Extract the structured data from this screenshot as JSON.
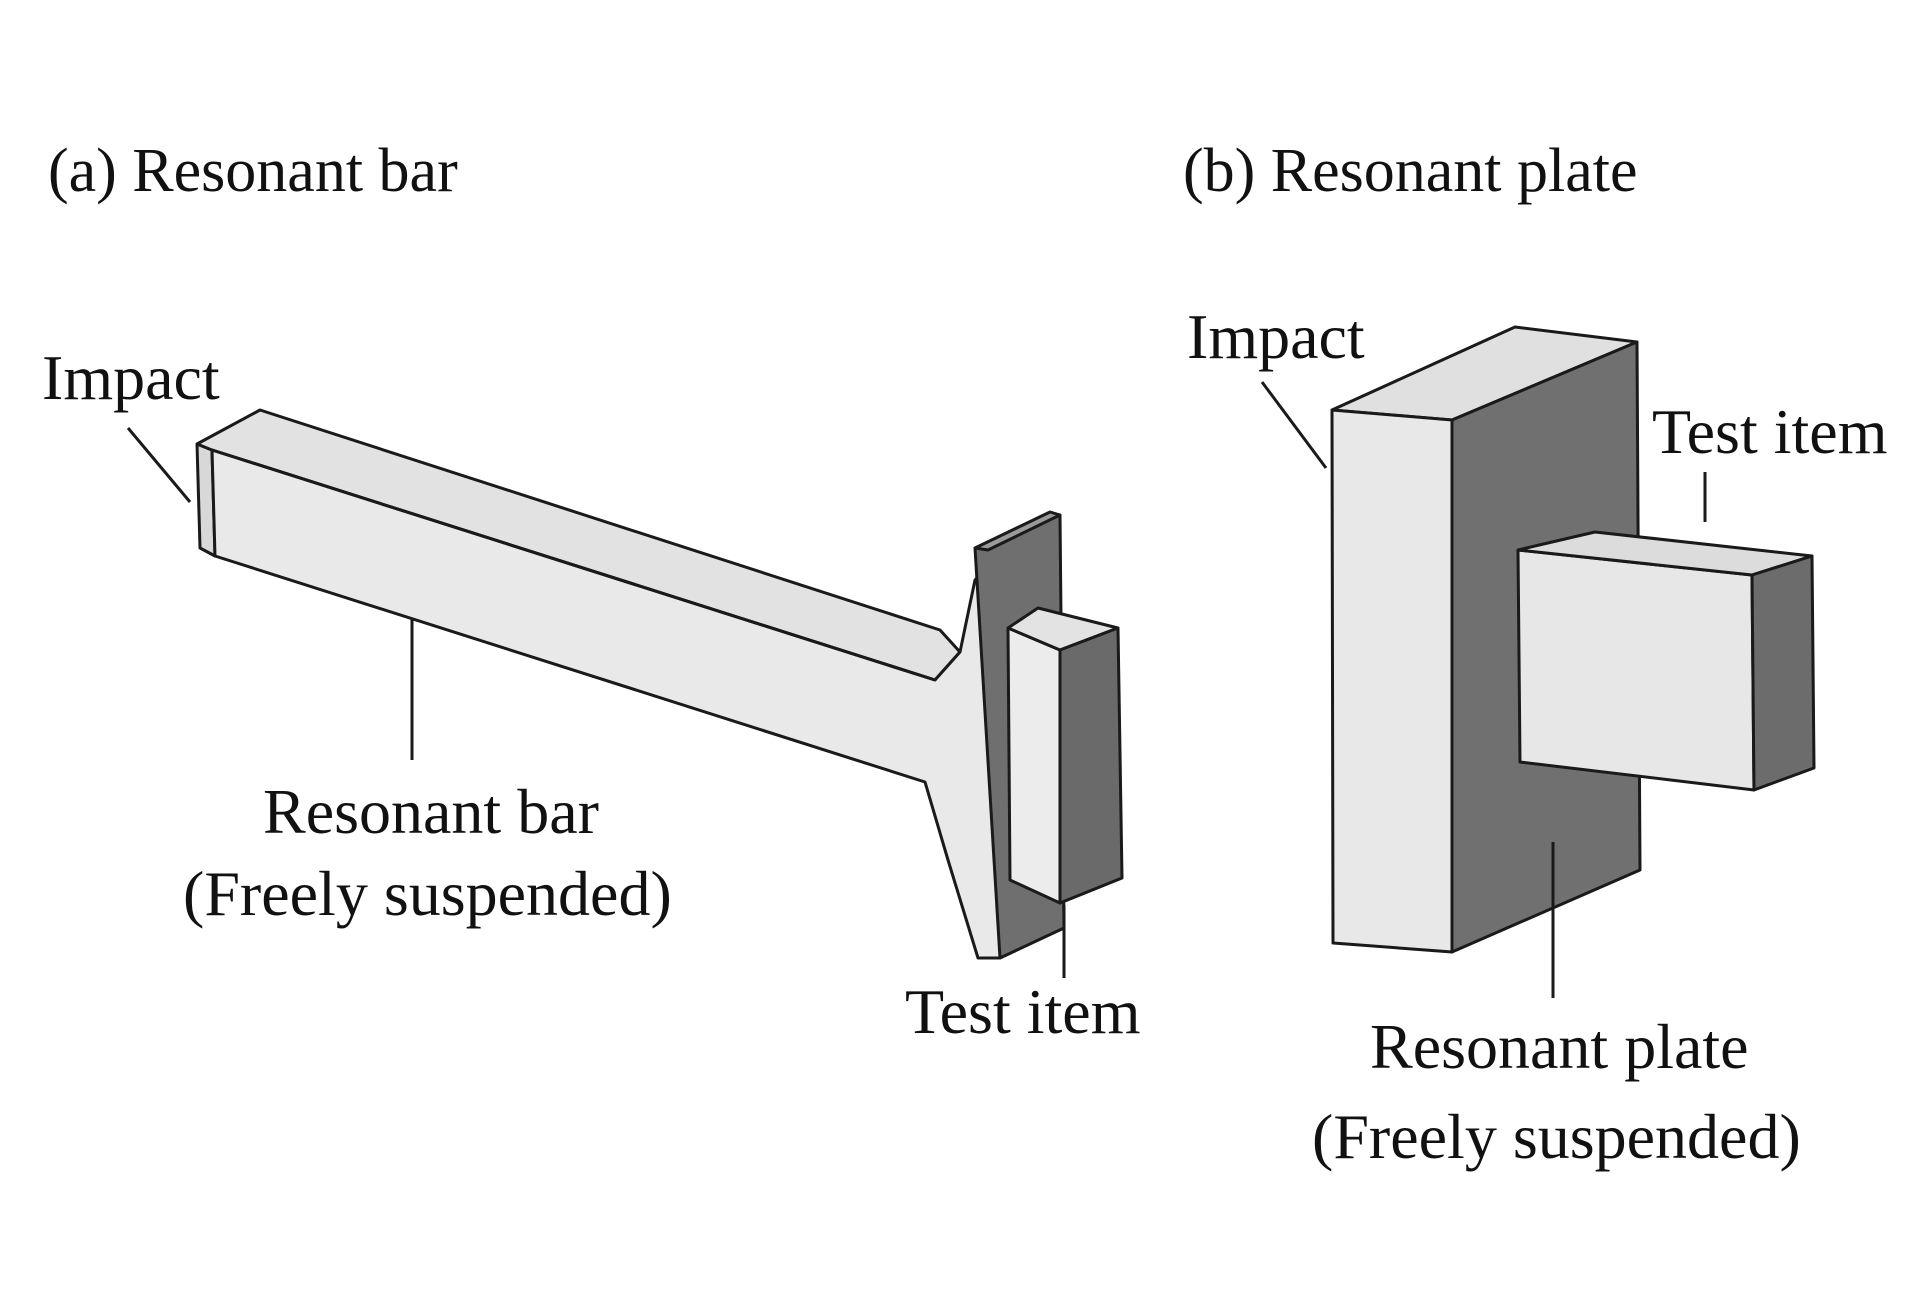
{
  "panel_a": {
    "title": "(a) Resonant bar",
    "impact_label": "Impact",
    "bar_label_line1": "Resonant bar",
    "bar_label_line2": "(Freely suspended)",
    "test_item_label": "Test item"
  },
  "panel_b": {
    "title": "(b) Resonant plate",
    "impact_label": "Impact",
    "test_item_label": "Test item",
    "plate_label_line1": "Resonant plate",
    "plate_label_line2": "(Freely suspended)"
  },
  "colors": {
    "light_face": "#e6e6e6",
    "top_face": "#d9d9d9",
    "dark_face": "#7a7a7a",
    "outline": "#1a1a1a",
    "background": "#ffffff"
  }
}
